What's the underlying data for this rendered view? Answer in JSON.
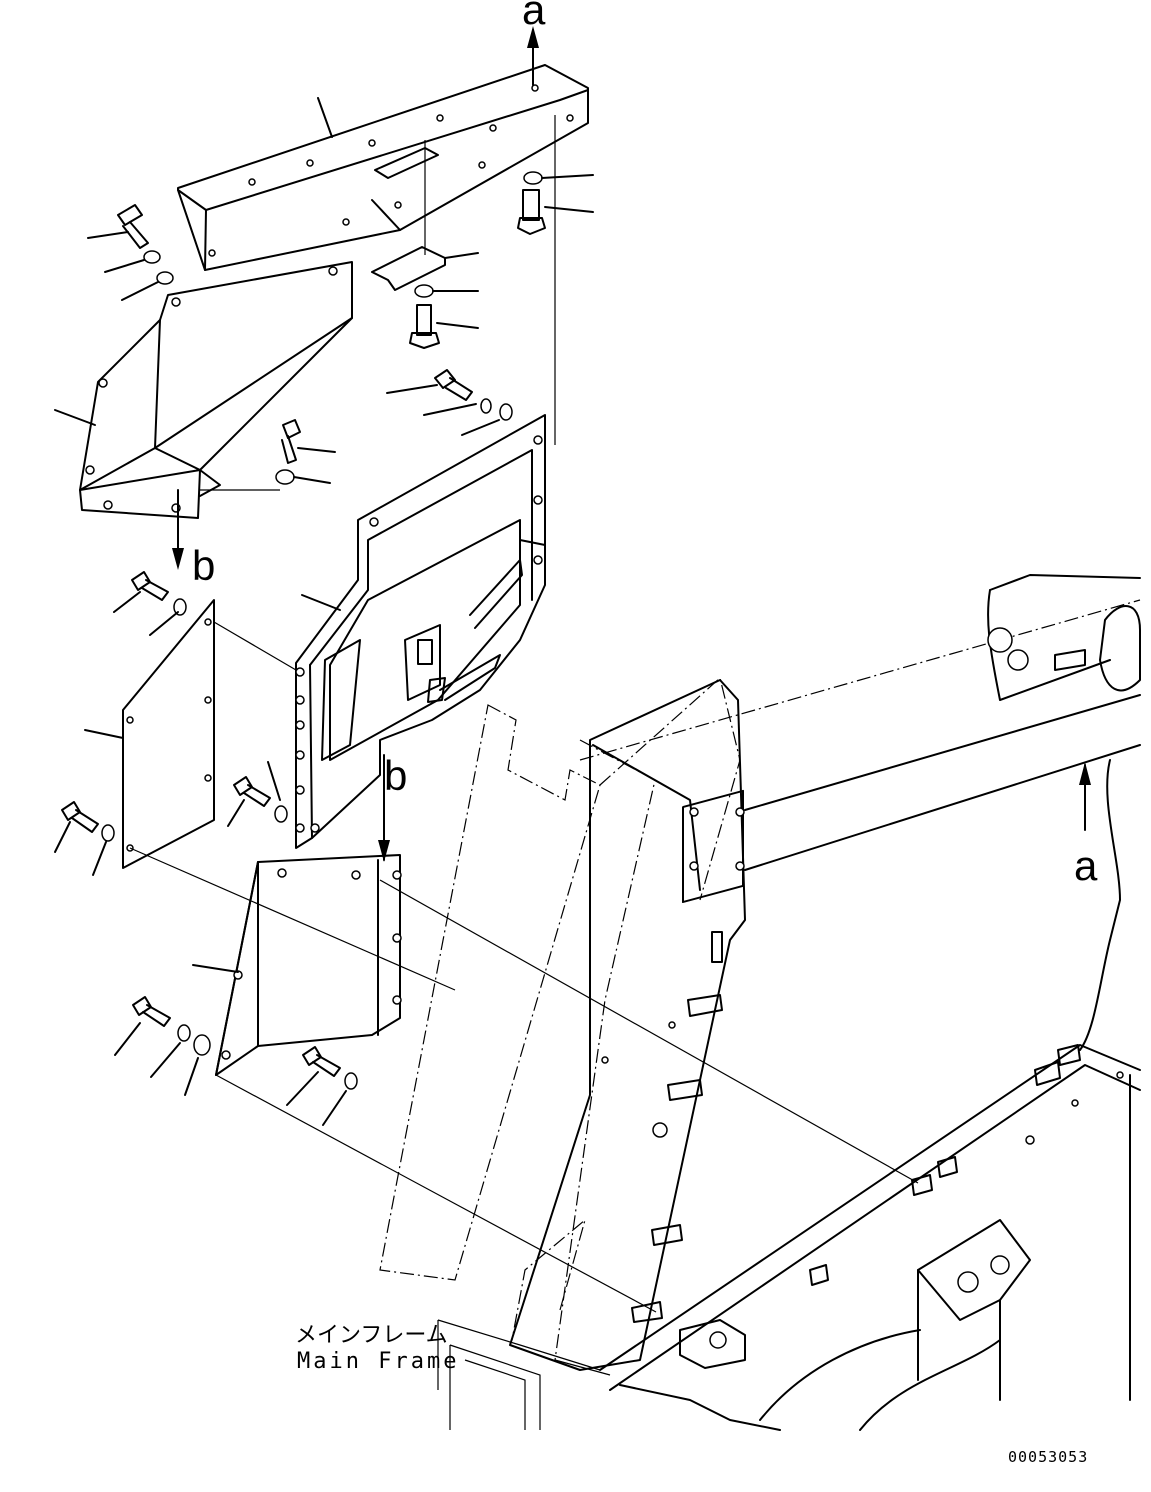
{
  "labels": {
    "view_a_top": "a",
    "view_a_right": "a",
    "view_b_left": "b",
    "view_b_center": "b",
    "main_frame_jp": "メインフレーム",
    "main_frame_en": "Main Frame",
    "drawing_number": "00053053"
  }
}
